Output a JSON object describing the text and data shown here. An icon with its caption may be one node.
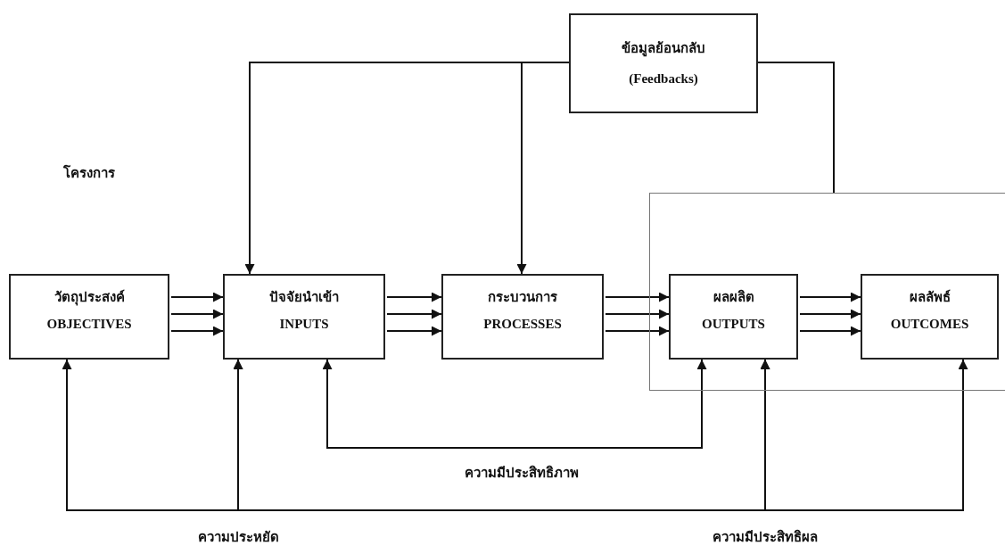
{
  "diagram": {
    "nodes": [
      {
        "text": [
          "ข้อมูลย้อนกลับ",
          "(Feedbacks)"
        ]
      },
      {
        "text": [],
        "shape": "box"
      },
      {
        "text": [
          "วัตถุประสงค์",
          "OBJECTIVES"
        ]
      },
      {
        "text": [
          "ปัจจัยนำเข้า",
          "INPUTS"
        ]
      },
      {
        "text": [
          "กระบวนการ",
          "PROCESSES"
        ]
      },
      {
        "text": [
          "ผลผลิต",
          "OUTPUTS"
        ],
        "in": 1
      },
      {
        "text": [
          "ผลลัพธ์",
          "OUTCOMES"
        ],
        "in": 1
      }
    ],
    "edges": [
      {
        "from": 0,
        "to": 3,
        "arrow": "to"
      },
      {
        "from": 0,
        "to": 4,
        "arrow": "to"
      },
      {
        "from": 0,
        "to": 1,
        "arrow": "none"
      },
      {
        "from": 2,
        "to": 3,
        "arrow": "to"
      },
      {
        "from": 2,
        "to": 3,
        "arrow": "to"
      },
      {
        "from": 2,
        "to": 3,
        "arrow": "to"
      },
      {
        "from": 3,
        "to": 4,
        "arrow": "to"
      },
      {
        "from": 3,
        "to": 4,
        "arrow": "to"
      },
      {
        "from": 3,
        "to": 4,
        "arrow": "to"
      },
      {
        "from": 4,
        "to": 5,
        "arrow": "to"
      },
      {
        "from": 4,
        "to": 5,
        "arrow": "to"
      },
      {
        "from": 4,
        "to": 5,
        "arrow": "to"
      },
      {
        "from": 5,
        "to": 6,
        "arrow": "to"
      },
      {
        "from": 5,
        "to": 6,
        "arrow": "to"
      },
      {
        "from": 5,
        "to": 6,
        "arrow": "to"
      },
      {
        "from": 5,
        "to": 3,
        "arrow": "both"
      },
      {
        "from": 2,
        "to": 3,
        "arrow": "both"
      },
      {
        "from": 3,
        "to": 5,
        "arrow": "both"
      },
      {
        "from": 5,
        "to": 6,
        "arrow": "both"
      }
    ],
    "labels": [
      "โครงการ",
      "ความมีประสิทธิภาพ",
      "ความประหยัด",
      "ความมีประสิทธิผล"
    ]
  }
}
